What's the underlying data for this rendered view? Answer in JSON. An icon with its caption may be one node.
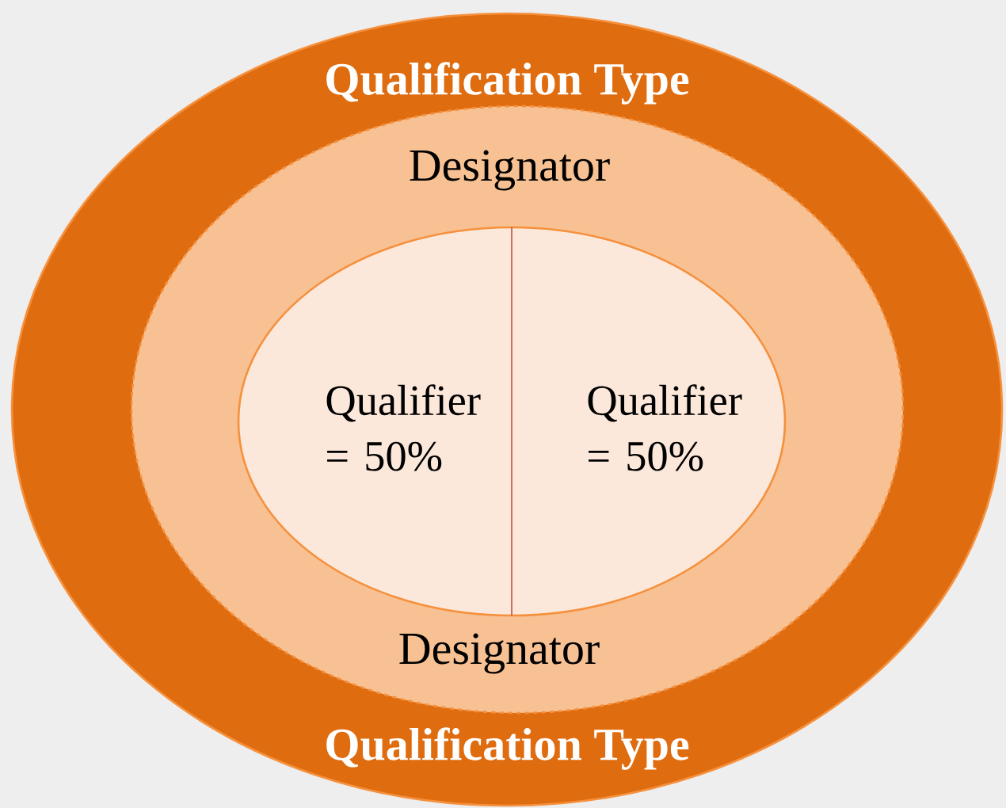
{
  "diagram": {
    "nodes": [
      {
        "text": [
          "Qualification Type",
          "Qualification Type"
        ]
      },
      {
        "text": [
          "Designator",
          "Designator"
        ],
        "in": 0
      },
      {
        "text": [
          "Qualifier = 50%"
        ],
        "in": 1
      },
      {
        "text": [
          "Qualifier = 50%"
        ],
        "in": 1
      }
    ]
  }
}
